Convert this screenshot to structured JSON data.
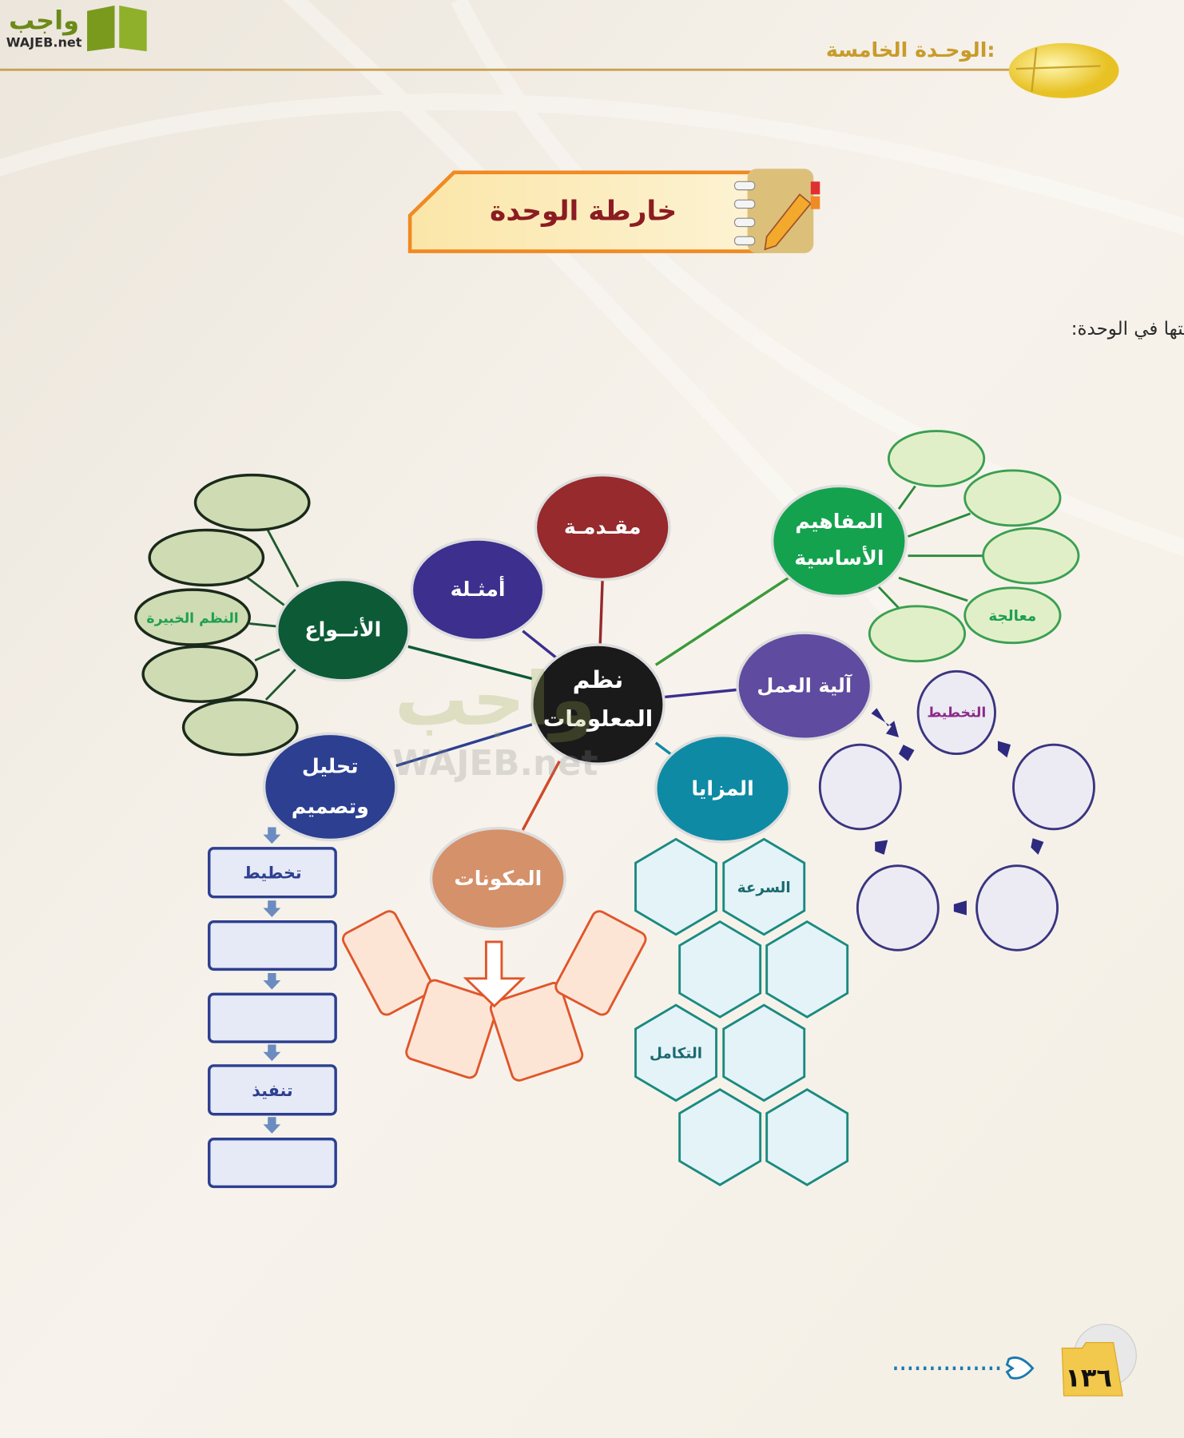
{
  "header": {
    "logo_arabic": "واجب",
    "logo_latin": "WAJEB.net",
    "unit_title": "الوحـدة الخامسة:"
  },
  "banner": {
    "title": "خارطة الوحدة"
  },
  "instruction": "أكمل الخارطة باستخدام العبارات والمصطلحات التي تعلمتها في الوحدة:",
  "watermark": {
    "arabic": "واجب",
    "latin": "WAJEB.net"
  },
  "mindmap": {
    "center": {
      "line1": "نظم",
      "line2": "المعلومات"
    },
    "nodes": {
      "intro": "مقـدمـة",
      "examples": "أمثـلة",
      "types": "الأنــواع",
      "concepts_line1": "المفاهيم",
      "concepts_line2": "الأساسية",
      "mechanism": "آلية العمل",
      "advantages": "المزايا",
      "components": "المكونات",
      "analysis_line1": "تحليل",
      "analysis_line2": "وتصميم"
    },
    "types_children": [
      "",
      "",
      "النظم الخبيرة",
      "",
      ""
    ],
    "concepts_children": [
      "",
      "",
      "",
      "معالجة",
      ""
    ],
    "mechanism_cycle": [
      "التخطيط",
      "",
      "",
      "",
      ""
    ],
    "analysis_steps": [
      "تخطيط",
      "",
      "",
      "تنفيذ",
      ""
    ],
    "advantages_cells": [
      "",
      "السرعة",
      "",
      "",
      "التكامل",
      "",
      "",
      ""
    ],
    "components_tiles": [
      "",
      "",
      "",
      ""
    ]
  },
  "colors": {
    "center": "#1a1a1a",
    "intro": "#962a2c",
    "examples": "#3c2f8e",
    "types": "#0d5a37",
    "concepts": "#14a24e",
    "mechanism": "#5f4b9f",
    "advantages": "#0f8aa4",
    "components": "#d5916a",
    "analysis": "#2c3f90"
  },
  "footer": {
    "page_number": "١٣٦"
  }
}
